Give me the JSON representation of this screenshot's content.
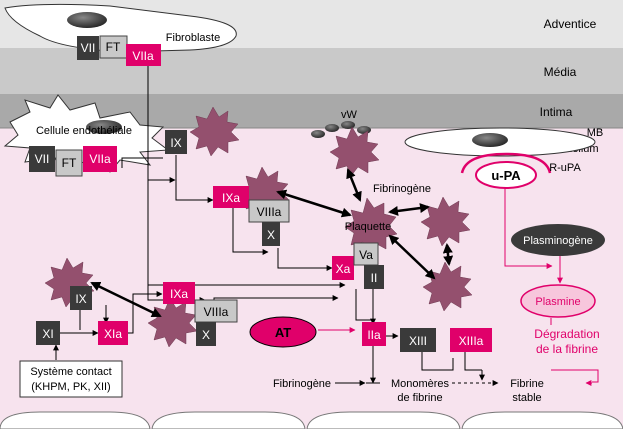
{
  "layers": {
    "adventice": "Adventice",
    "media": "Média",
    "intima": "Intima",
    "mb": "MB",
    "endothelium": "Endothélium"
  },
  "cells": {
    "fibroblast": "Fibroblaste",
    "endothelial": "Cellule endothéliale",
    "platelet": "Plaquette",
    "vw": "vW"
  },
  "factors": {
    "vii": "VII",
    "ft": "FT",
    "viia": "VIIa",
    "ix": "IX",
    "ixa": "IXa",
    "viiia": "VIIIa",
    "x": "X",
    "xa": "Xa",
    "va": "Va",
    "ii": "II",
    "iia": "IIa",
    "xiii": "XIII",
    "xiiia": "XIIIa",
    "xi": "XI",
    "xia": "XIa"
  },
  "labels": {
    "fibrinogene_top": "Fibrinogène",
    "fibrinogene_bottom": "Fibrinogène",
    "monomeres_1": "Monomères",
    "monomeres_2": "de fibrine",
    "fibrine_1": "Fibrine",
    "fibrine_2": "stable",
    "at": "AT",
    "upa": "u-PA",
    "rupa": "R-uPA",
    "plasminogene": "Plasminogène",
    "plasmine": "Plasmine",
    "degradation_1": "Dégradation",
    "degradation_2": "de la fibrine",
    "systeme_1": "Système contact",
    "systeme_2": "(KHPM, PK, XII)"
  },
  "colors": {
    "magenta": "#e0006a",
    "pink_fill": "#f7e3ee",
    "dark_box": "#3a3a3a",
    "gray_box": "#c8c8c8",
    "spiky": "#94506e"
  }
}
